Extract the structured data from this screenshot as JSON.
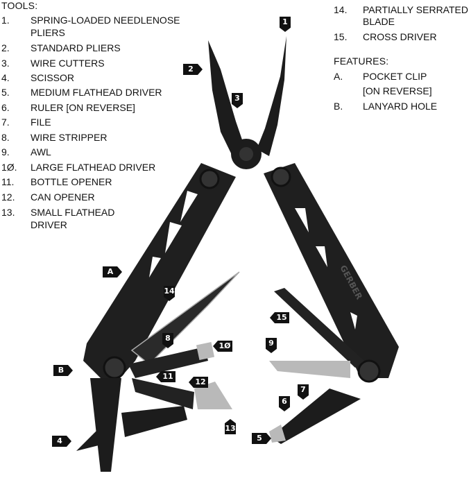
{
  "tools_heading": "TOOLS:",
  "tools": [
    {
      "num": "1.",
      "label": "SPRING-LOADED NEEDLENOSE",
      "label2": "PLIERS"
    },
    {
      "num": "2.",
      "label": "STANDARD PLIERS"
    },
    {
      "num": "3.",
      "label": "WIRE CUTTERS"
    },
    {
      "num": "4.",
      "label": "SCISSOR"
    },
    {
      "num": "5.",
      "label": "MEDIUM FLATHEAD DRIVER"
    },
    {
      "num": "6.",
      "label": "RULER [ON REVERSE]"
    },
    {
      "num": "7.",
      "label": "FILE"
    },
    {
      "num": "8.",
      "label": "WIRE STRIPPER"
    },
    {
      "num": "9.",
      "label": "AWL"
    },
    {
      "num": "1Ø.",
      "label": "LARGE FLATHEAD DRIVER"
    },
    {
      "num": "11.",
      "label": "BOTTLE OPENER"
    },
    {
      "num": "12.",
      "label": "CAN OPENER"
    },
    {
      "num": "13.",
      "label": "SMALL FLATHEAD",
      "label2": "DRIVER"
    },
    {
      "num": "14.",
      "label": "PARTIALLY SERRATED",
      "label2": "BLADE"
    },
    {
      "num": "15.",
      "label": "CROSS DRIVER"
    }
  ],
  "features_heading": "FEATURES:",
  "features": [
    {
      "num": "A.",
      "label": "POCKET CLIP",
      "label2": "[ON REVERSE]"
    },
    {
      "num": "B.",
      "label": "LANYARD HOLE"
    }
  ],
  "callouts": [
    "1",
    "2",
    "3",
    "4",
    "5",
    "6",
    "7",
    "8",
    "9",
    "1Ø",
    "11",
    "12",
    "13",
    "14",
    "15",
    "A",
    "B"
  ],
  "brand_engraving": "GERBER",
  "colors": {
    "tool": "#1c1c1c",
    "metal": "#b9b9b9",
    "tag": "#111111"
  }
}
